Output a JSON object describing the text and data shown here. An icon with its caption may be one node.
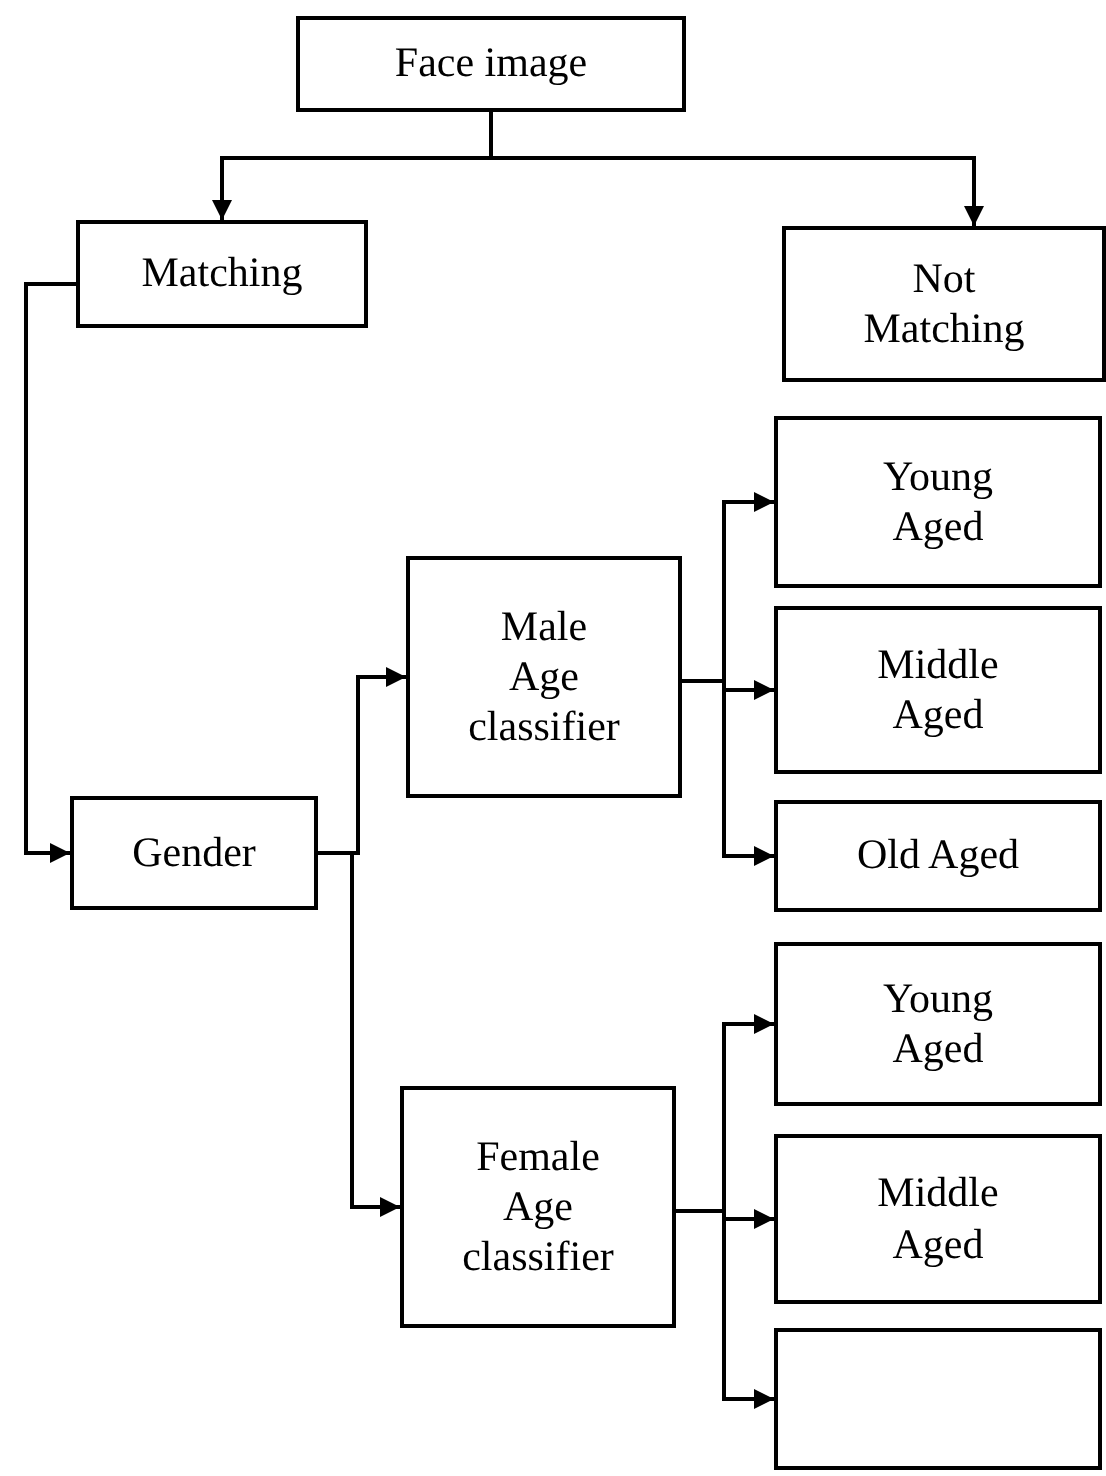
{
  "diagram": {
    "nodes": [
      {
        "text": [
          "Face image"
        ]
      },
      {
        "text": [
          "Matching"
        ]
      },
      {
        "text": [
          "Not Matching"
        ]
      },
      {
        "text": [
          "Gender"
        ]
      },
      {
        "text": [
          "Male Age classifier"
        ]
      },
      {
        "text": [
          "Young Aged"
        ]
      },
      {
        "text": [
          "Middle Aged"
        ]
      },
      {
        "text": [
          "Old Aged"
        ]
      },
      {
        "text": [
          "Female Age classifier"
        ]
      },
      {
        "text": [
          "Young Aged"
        ]
      },
      {
        "text": [
          "Middle Aged"
        ]
      },
      {
        "text": [],
        "shape": "box"
      }
    ],
    "edges": [
      {
        "from": 0,
        "to": 1,
        "arrow": "to"
      },
      {
        "from": 0,
        "to": 2,
        "arrow": "to"
      },
      {
        "from": 1,
        "to": 3,
        "arrow": "to"
      },
      {
        "from": 3,
        "to": 4,
        "arrow": "to"
      },
      {
        "from": 3,
        "to": 8,
        "arrow": "to"
      },
      {
        "from": 4,
        "to": 5,
        "arrow": "to"
      },
      {
        "from": 4,
        "to": 6,
        "arrow": "to"
      },
      {
        "from": 4,
        "to": 7,
        "arrow": "to"
      },
      {
        "from": 8,
        "to": 9,
        "arrow": "to"
      },
      {
        "from": 8,
        "to": 10,
        "arrow": "to"
      },
      {
        "from": 8,
        "to": 11,
        "arrow": "to"
      }
    ]
  }
}
